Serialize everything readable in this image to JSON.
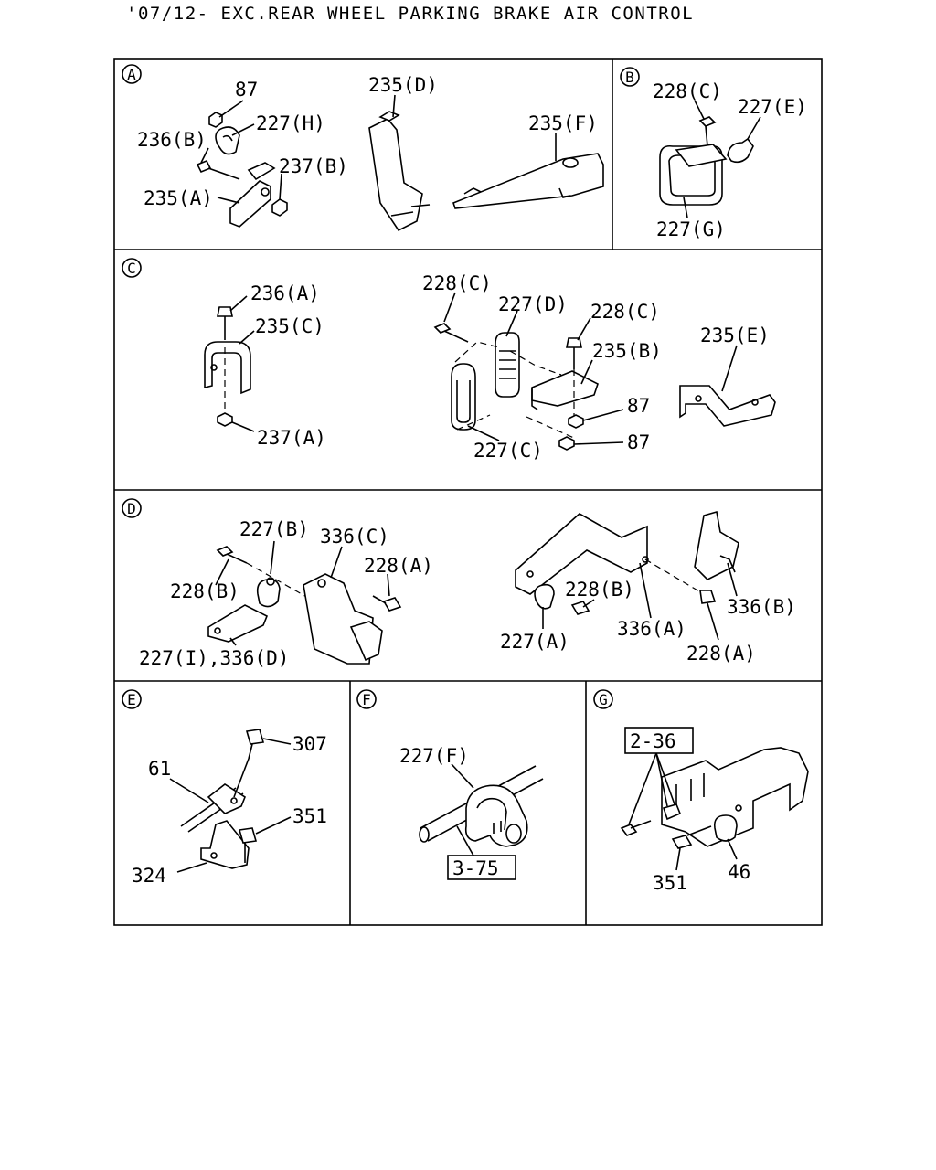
{
  "header": {
    "title": "'07/12- EXC.REAR WHEEL PARKING BRAKE AIR CONTROL"
  },
  "sections": {
    "A": {
      "id": "A",
      "labels": [
        "87",
        "227(H)",
        "236(B)",
        "237(B)",
        "235(A)",
        "235(D)",
        "235(F)"
      ]
    },
    "B": {
      "id": "B",
      "labels": [
        "228(C)",
        "227(E)",
        "227(G)"
      ]
    },
    "C": {
      "id": "C",
      "labels": [
        "236(A)",
        "235(C)",
        "237(A)",
        "228(C)",
        "227(D)",
        "228(C)",
        "235(B)",
        "87",
        "87",
        "227(C)",
        "235(E)"
      ]
    },
    "D": {
      "id": "D",
      "labels": [
        "227(B)",
        "336(C)",
        "228(B)",
        "228(A)",
        "227(I),336(D)",
        "228(B)",
        "336(B)",
        "227(A)",
        "336(A)",
        "228(A)"
      ]
    },
    "E": {
      "id": "E",
      "labels": [
        "307",
        "61",
        "351",
        "324"
      ]
    },
    "F": {
      "id": "F",
      "labels": [
        "227(F)",
        "3-75"
      ]
    },
    "G": {
      "id": "G",
      "labels": [
        "2-36",
        "351",
        "46"
      ]
    }
  }
}
